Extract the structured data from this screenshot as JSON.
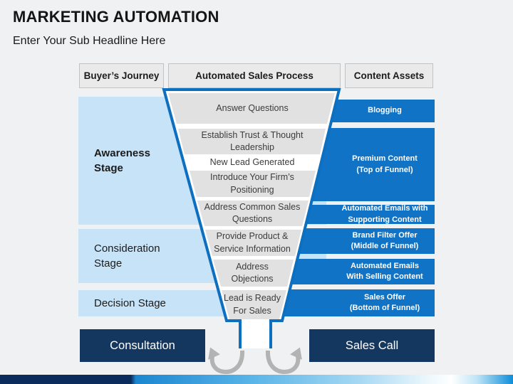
{
  "header": {
    "title": "MARKETING AUTOMATION",
    "subtitle": "Enter Your Sub Headline Here"
  },
  "table_headers": {
    "buyers_journey": "Buyer’s Journey",
    "sales_process": "Automated Sales Process",
    "content_assets": "Content Assets"
  },
  "stages": [
    {
      "label": "Awareness\nStage"
    },
    {
      "label": "Consideration\nStage"
    },
    {
      "label": "Decision Stage"
    }
  ],
  "funnel_steps": [
    {
      "text": "Answer Questions"
    },
    {
      "text": "Establish Trust & Thought\nLeadership"
    },
    {
      "text": "New Lead Generated"
    },
    {
      "text": "Introduce Your Firm’s\nPositioning"
    },
    {
      "text": "Address Common Sales\nQuestions"
    },
    {
      "text": "Provide Product &\nService Information"
    },
    {
      "text": "Address\nObjections"
    },
    {
      "text": "Lead is Ready\nFor Sales"
    }
  ],
  "content_assets": [
    {
      "text": "Blogging"
    },
    {
      "text": "Premium Content\n(Top of Funnel)"
    },
    {
      "text": "Automated Emails with\nSupporting Content"
    },
    {
      "text": "Brand Filter Offer\n(Middle of Funnel)"
    },
    {
      "text": "Automated Emails\nWith Selling Content"
    },
    {
      "text": "Sales Offer\n(Bottom of Funnel)"
    }
  ],
  "cta": {
    "consultation": "Consultation",
    "sales_call": "Sales Call"
  },
  "colors": {
    "background": "#f0f1f2",
    "stage_row_blue": "#c7e3f8",
    "asset_bar_blue": "#1173c5",
    "funnel_border_blue": "#0d6fc0",
    "funnel_band_gray": "#e1e1e1",
    "cta_navy": "#14375f",
    "arrow_gray": "#b3b3b3",
    "bottom_bar_navy": "#0a2b5c",
    "bottom_bar_blue": "#0f8ed9"
  }
}
